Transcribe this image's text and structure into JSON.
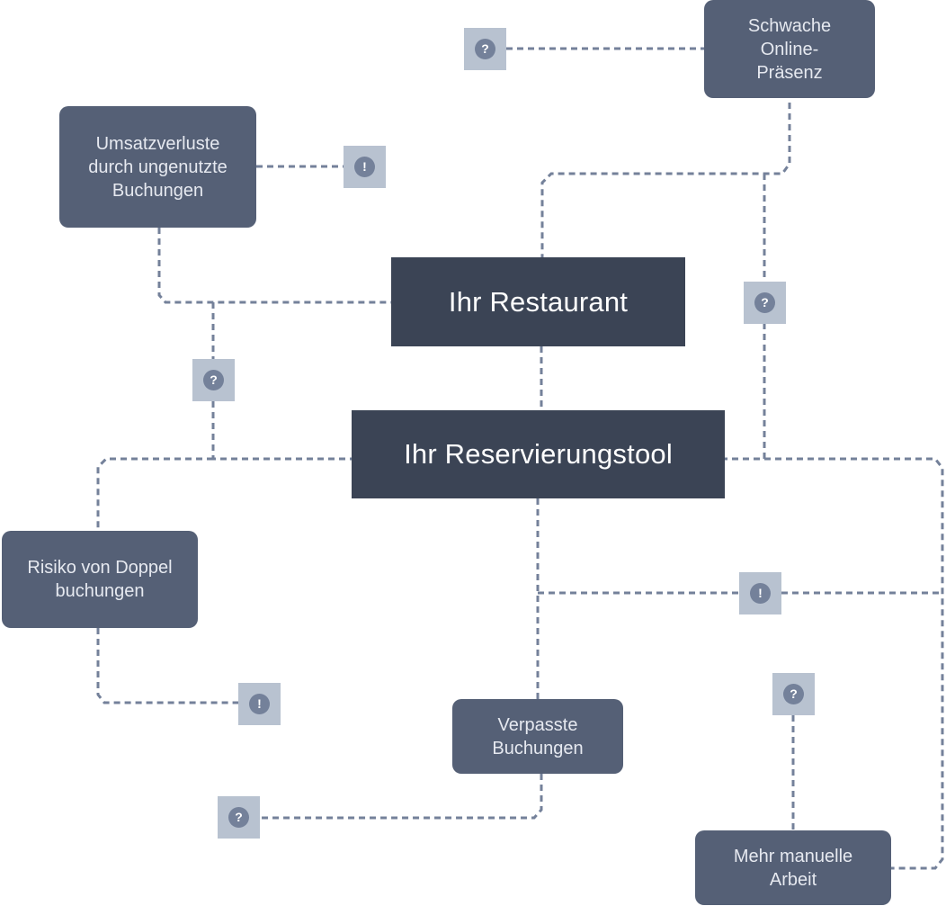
{
  "diagram": {
    "core_nodes": {
      "restaurant": "Ihr Restaurant",
      "reservation_tool": "Ihr Reservierungstool"
    },
    "problem_nodes": {
      "online_presence": "Schwache Online-Präsenz",
      "revenue_loss": "Umsatzverluste durch ungenutzte Buchungen",
      "double_booking": "Risiko von Doppelbuchungen",
      "missed_bookings": "Verpasste Buchungen",
      "manual_work": "Mehr manuelle Arbeit"
    },
    "markers": {
      "question_symbol": "?",
      "warning_symbol": "!"
    },
    "colors": {
      "core_node": "#3b4455",
      "problem_node": "#556076",
      "marker_bg": "#b8c2d0",
      "marker_glyph": "#74819a",
      "connector": "#74819a"
    }
  }
}
